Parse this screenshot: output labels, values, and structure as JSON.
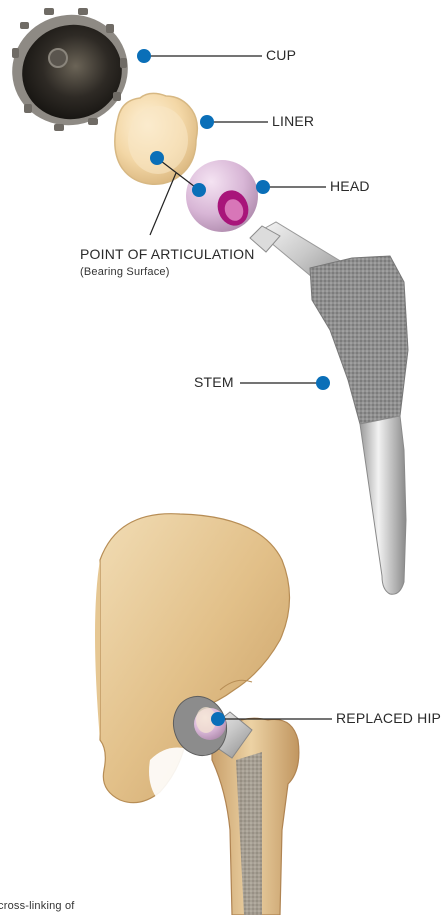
{
  "labels": {
    "cup": "CUP",
    "liner": "LINER",
    "head": "HEAD",
    "articulation": "POINT OF ARTICULATION",
    "articulation_sub": "(Bearing Surface)",
    "stem": "STEM",
    "replaced_hip": "REPLACED HIP",
    "cutoff_text": "cross-linking of"
  },
  "colors": {
    "dot": "#0a6fb8",
    "leader": "#222222"
  }
}
